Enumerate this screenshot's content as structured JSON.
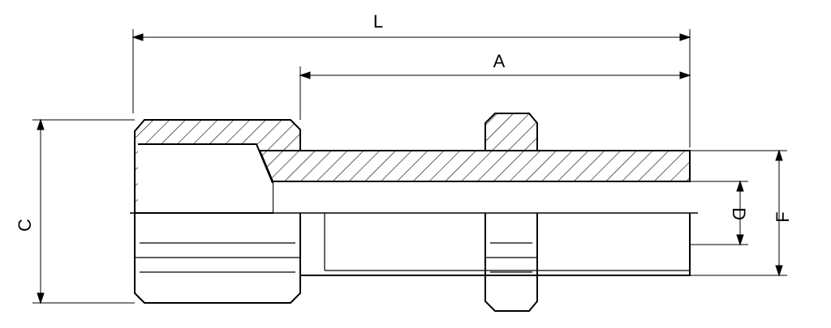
{
  "labels": {
    "L": "L",
    "A": "A",
    "C": "C",
    "D": "D",
    "F": "F"
  },
  "colors": {
    "line": "#000000",
    "background": "#ffffff"
  }
}
